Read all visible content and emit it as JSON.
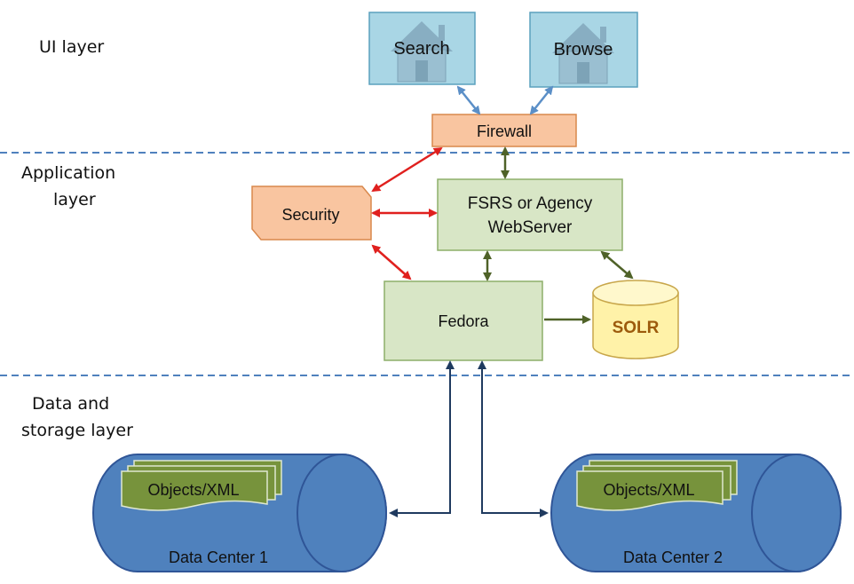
{
  "layers": {
    "ui": "UI layer",
    "application": [
      "Application",
      "layer"
    ],
    "data": [
      "Data and",
      "storage layer"
    ]
  },
  "nodes": {
    "search": "Search",
    "browse": "Browse",
    "firewall": "Firewall",
    "security": "Security",
    "webserver": [
      "FSRS or Agency",
      "WebServer"
    ],
    "fedora": "Fedora",
    "solr": "SOLR",
    "objects_1": "Objects/XML",
    "objects_2": "Objects/XML",
    "datacenter_1": "Data Center 1",
    "datacenter_2": "Data Center 2"
  },
  "colors": {
    "ui_box": "#a9d6e5",
    "orange_box": "#f9c5a0",
    "green_box": "#d8e6c6",
    "cylinder_blue": "#4f81bd",
    "objects_green": "#77933c",
    "solr_yellow": "#fff2a8",
    "solr_text": "#9c5a0c",
    "red_arrow": "#e0201e",
    "green_arrow": "#4f6228",
    "blue_arrow": "#5b8fc7",
    "navy_arrow": "#1f3a5f",
    "divider": "#4f81bd"
  }
}
